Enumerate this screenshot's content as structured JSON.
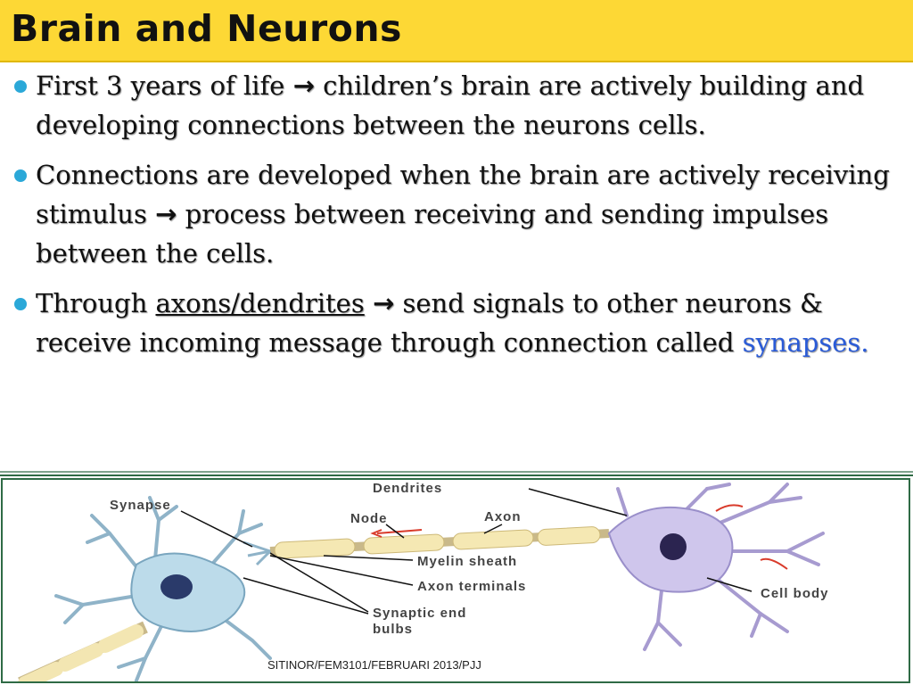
{
  "slide": {
    "title": "Brain  and Neurons",
    "footer": "SITINOR/FEM3101/FEBRUARI 2013/PJJ"
  },
  "bullets": [
    {
      "part1": "First  3  years  of  life",
      "arrow": "→",
      "part2": " children’s brain are  actively building and developing connections  between   the neurons  cells."
    },
    {
      "part1": "Connections   are   developed  when the  brain are actively receiving   stimulus",
      "arrow": "→",
      "part2": "  process  between receiving and   sending impulses between  the cells."
    },
    {
      "part1": "Through ",
      "underlined": "axons/dendrites",
      "arrow": "→",
      "part2": " send  signals  to other neurons & receive   incoming message  through connection called ",
      "highlight": "synapses."
    }
  ],
  "diagram": {
    "labels": {
      "synapse": "Synapse",
      "dendrites": "Dendrites",
      "node": "Node",
      "axon": "Axon",
      "myelin": "Myelin sheath",
      "axon_terminals": "Axon terminals",
      "synaptic_end_1": "Synaptic end",
      "synaptic_end_2": "bulbs",
      "cell_body": "Cell body"
    }
  },
  "colors": {
    "title_bar": "#fdd835",
    "bullet": "#2ba8d8",
    "highlight": "#2a5bd7",
    "rule": "#2f6b45"
  }
}
